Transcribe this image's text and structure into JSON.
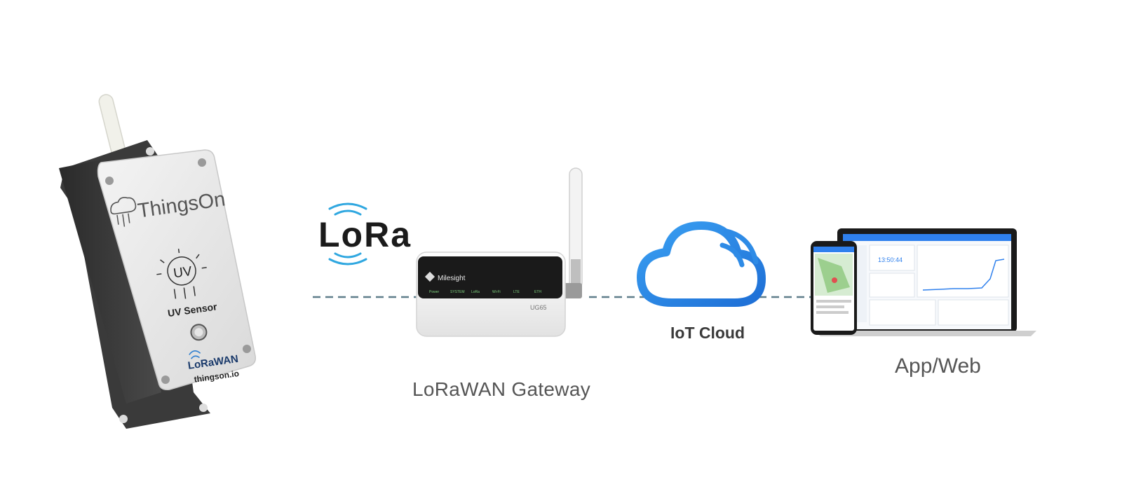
{
  "sensor": {
    "brand": "ThingsOn",
    "uv_symbol": "UV",
    "sensor_label": "UV Sensor",
    "certification": "LoRaWAN",
    "website": "thingson.io"
  },
  "lora_logo": "LoRa",
  "gateway": {
    "brand_plate": "Milesight",
    "model": "UG65",
    "leds": [
      "Power",
      "SYSTEM",
      "LoRa",
      "Wi-Fi",
      "LTE",
      "ETH"
    ],
    "label": "LoRaWAN Gateway"
  },
  "cloud": {
    "label": "IoT Cloud"
  },
  "app": {
    "label": "App/Web",
    "dashboard_time": "13:50:44"
  },
  "colors": {
    "link_line": "#5f7d8a",
    "cloud_blue": "#2e8be6",
    "screen_header": "#2f80ed",
    "thingson_green": "#3cb35a"
  },
  "icons": [
    "lora-wave-icon",
    "cloud-icon",
    "uv-sun-icon",
    "antenna-icon"
  ]
}
